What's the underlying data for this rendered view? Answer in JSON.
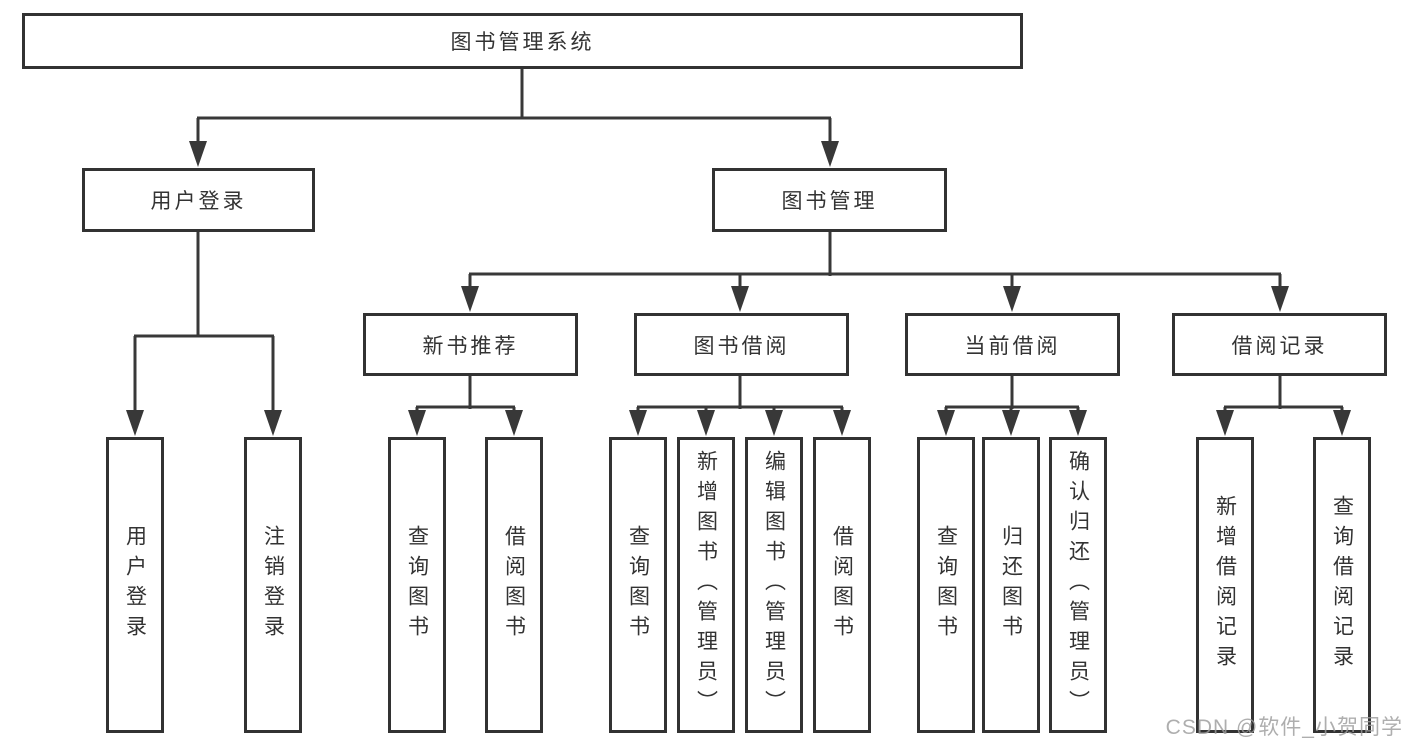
{
  "diagram": {
    "title_node": "图书管理系统",
    "root": {
      "label": "图书管理系统"
    },
    "branches": [
      {
        "label": "用户登录",
        "children": [
          {
            "label": "用户登录"
          },
          {
            "label": "注销登录"
          }
        ]
      },
      {
        "label": "图书管理",
        "children": [
          {
            "label": "新书推荐",
            "children": [
              {
                "label": "查询图书"
              },
              {
                "label": "借阅图书"
              }
            ]
          },
          {
            "label": "图书借阅",
            "children": [
              {
                "label": "查询图书"
              },
              {
                "label": "新增图书（管理员）"
              },
              {
                "label": "编辑图书（管理员）"
              },
              {
                "label": "借阅图书"
              }
            ]
          },
          {
            "label": "当前借阅",
            "children": [
              {
                "label": "查询图书"
              },
              {
                "label": "归还图书"
              },
              {
                "label": "确认归还（管理员）"
              }
            ]
          },
          {
            "label": "借阅记录",
            "children": [
              {
                "label": "新增借阅记录"
              },
              {
                "label": "查询借阅记录"
              }
            ]
          }
        ]
      }
    ]
  },
  "watermark": {
    "text": "CSDN @软件_小贺同学"
  },
  "colors": {
    "line": "#383838",
    "box_border": "#323232",
    "text": "#333333",
    "background": "#ffffff",
    "watermark": "#9c9c9c"
  }
}
